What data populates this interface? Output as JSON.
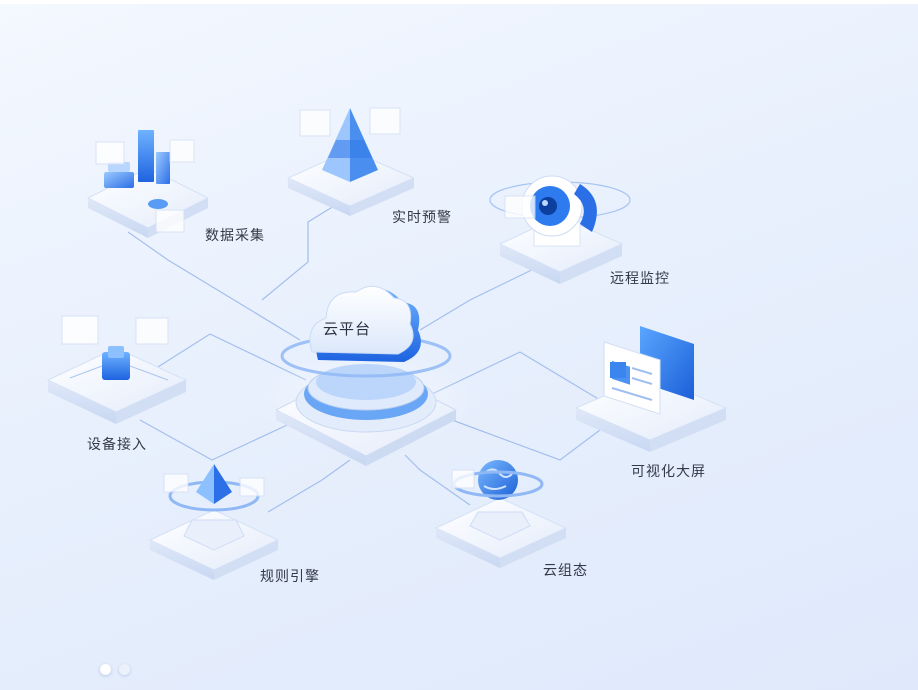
{
  "center": {
    "label": "云平台"
  },
  "nodes": {
    "data_collection": "数据采集",
    "realtime_alert": "实时预警",
    "remote_monitor": "远程监控",
    "device_access": "设备接入",
    "visual_screen": "可视化大屏",
    "rule_engine": "规则引擎",
    "cloud_config": "云组态"
  },
  "pager": {
    "total": 2,
    "active": 1
  },
  "colors": {
    "accent": "#2e7bf0",
    "line": "#8fb0ea",
    "text": "#333a46"
  }
}
